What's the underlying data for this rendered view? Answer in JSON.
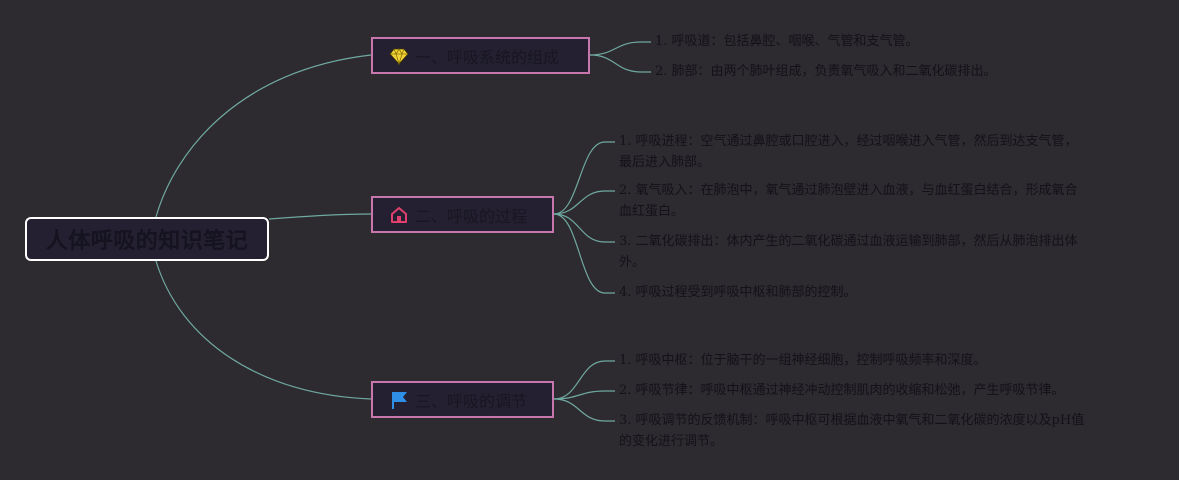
{
  "root": {
    "title": "人体呼吸的知识笔记"
  },
  "branches": [
    {
      "title": "一、呼吸系统的组成",
      "icon": "diamond-icon",
      "items": [
        [
          "1. 呼吸道：包括鼻腔、咽喉、气管和支气管。"
        ],
        [
          "2. 肺部：由两个肺叶组成，负责氧气吸入和二氧化碳排出。"
        ]
      ]
    },
    {
      "title": "二、呼吸的过程",
      "icon": "house-icon",
      "items": [
        [
          "1. 呼吸进程：空气通过鼻腔或口腔进入，经过咽喉进入气管，然后到达支气管，",
          "最后进入肺部。"
        ],
        [
          "2. 氧气吸入：在肺泡中，氧气通过肺泡壁进入血液，与血红蛋白结合，形成氧合",
          "血红蛋白。"
        ],
        [
          "3. 二氧化碳排出：体内产生的二氧化碳通过血液运输到肺部，然后从肺泡排出体",
          "外。"
        ],
        [
          "4. 呼吸过程受到呼吸中枢和肺部的控制。"
        ]
      ]
    },
    {
      "title": "三、呼吸的调节",
      "icon": "flag-icon",
      "items": [
        [
          "1. 呼吸中枢：位于脑干的一组神经细胞，控制呼吸频率和深度。"
        ],
        [
          "2. 呼吸节律：呼吸中枢通过神经冲动控制肌肉的收缩和松弛，产生呼吸节律。"
        ],
        [
          "3. 呼吸调节的反馈机制：呼吸中枢可根据血液中氧气和二氧化碳的浓度以及pH值",
          "的变化进行调节。"
        ]
      ]
    }
  ],
  "colors": {
    "background": "#2d2a30",
    "line": "#6fa9a0",
    "branch_border": "#c777ad",
    "node_fill": "#242031",
    "diamond": "#f2d43a",
    "house": "#e0406d",
    "flag": "#2f8fe6"
  }
}
